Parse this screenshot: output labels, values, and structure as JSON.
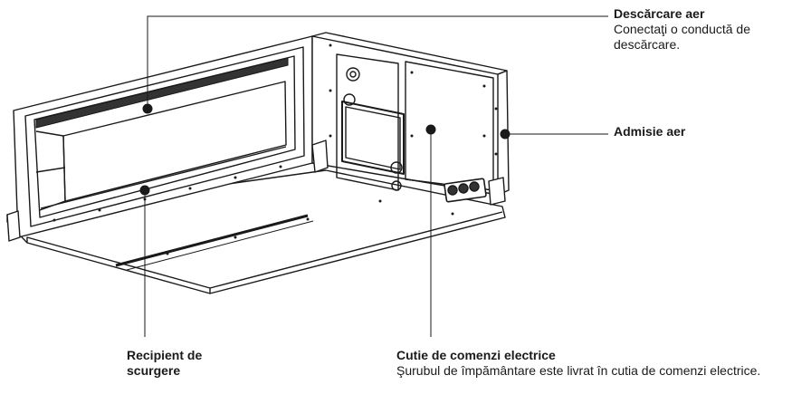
{
  "labels": {
    "discharge": {
      "title": "Descărcare aer",
      "desc": "Conectaţi o conductă de descărcare."
    },
    "intake": {
      "title": "Admisie aer"
    },
    "drain": {
      "title": "Recipient de scurgere"
    },
    "electrical": {
      "title": "Cutie de comenzi electrice",
      "desc": "Şurubul de împământare este livrat în cutia de comenzi electrice."
    }
  },
  "colors": {
    "line": "#1a1a1a",
    "fill": "#ffffff"
  }
}
